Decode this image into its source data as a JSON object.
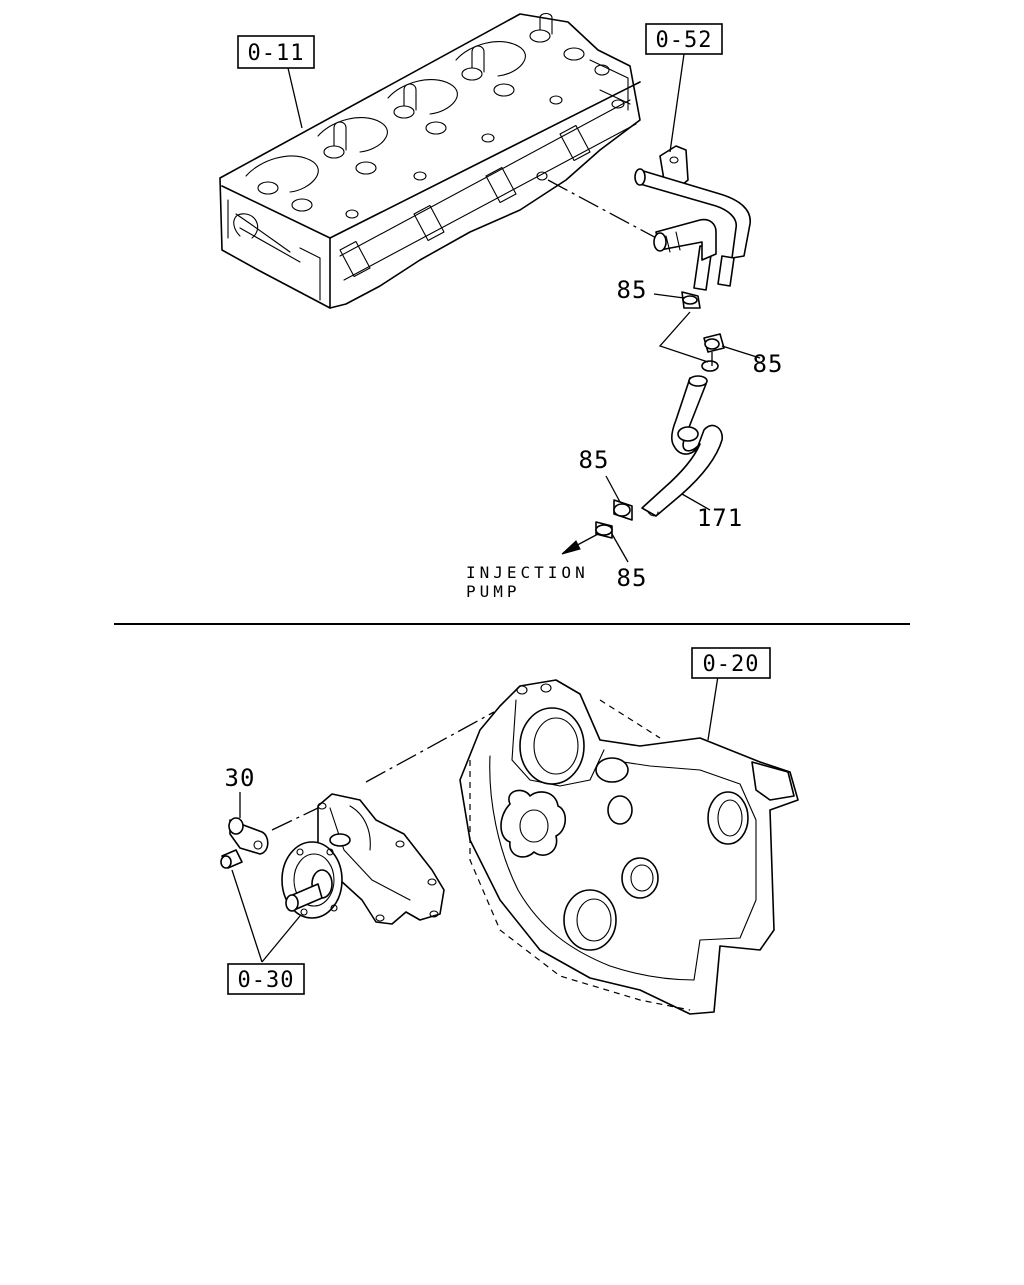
{
  "callouts": {
    "ref_0_11": "0-11",
    "ref_0_52": "0-52",
    "ref_0_20": "0-20",
    "ref_0_30": "0-30",
    "part_85_a": "85",
    "part_85_b": "85",
    "part_85_c": "85",
    "part_85_d": "85",
    "part_171": "171",
    "part_30": "30"
  },
  "notes": {
    "injection_line1": "INJECTION",
    "injection_line2": "PUMP"
  },
  "colors": {
    "line": "#000000",
    "background": "#ffffff"
  }
}
